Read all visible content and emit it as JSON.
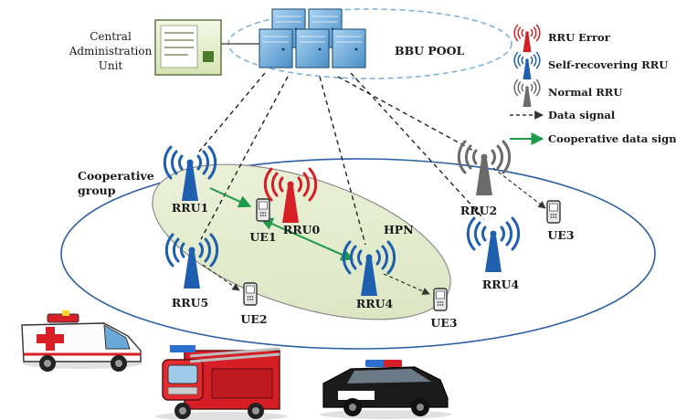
{
  "labels": {
    "central_unit_line1": "Central",
    "central_unit_line2": "Administration",
    "central_unit_line3": "Unit",
    "bbu_pool": "BBU POOL",
    "cooperative_line1": "Cooperative",
    "cooperative_line2": "group",
    "hpn": "HPN"
  },
  "legend": [
    {
      "label": "RRU Error",
      "kind": "tower",
      "color": "#d71f26"
    },
    {
      "label": "Self-recovering RRU",
      "kind": "tower",
      "color": "#1f5fb0"
    },
    {
      "label": "Normal RRU",
      "kind": "tower",
      "color": "#6b6b6b"
    },
    {
      "label": "Data signal",
      "kind": "dashed-arrow",
      "color": "#222222"
    },
    {
      "label": "Cooperative data signal",
      "kind": "solid-arrow",
      "color": "#1f9a4a"
    }
  ],
  "rrus": [
    {
      "id": "rru1",
      "label": "RRU1",
      "state": "self-recovering"
    },
    {
      "id": "rru0",
      "label": "RRU0",
      "state": "error"
    },
    {
      "id": "rru2",
      "label": "RRU2",
      "state": "normal"
    },
    {
      "id": "rru4a",
      "label": "RRU4",
      "state": "self-recovering"
    },
    {
      "id": "rru4b",
      "label": "RRU4",
      "state": "self-recovering"
    },
    {
      "id": "rru5",
      "label": "RRU5",
      "state": "self-recovering"
    }
  ],
  "ues": [
    {
      "id": "ue1",
      "label": "UE1"
    },
    {
      "id": "ue2",
      "label": "UE2"
    },
    {
      "id": "ue3a",
      "label": "UE3"
    },
    {
      "id": "ue3b",
      "label": "UE3"
    }
  ],
  "colors": {
    "error": "#d71f26",
    "self_recovering": "#1f5fb0",
    "normal": "#6b6b6b",
    "coop_signal": "#1f9a4a",
    "data_signal": "#222222",
    "hpn_fill": "#e6eecf",
    "cloud_stroke": "#7fb3dc",
    "coverage_stroke": "#2b5fa5"
  }
}
